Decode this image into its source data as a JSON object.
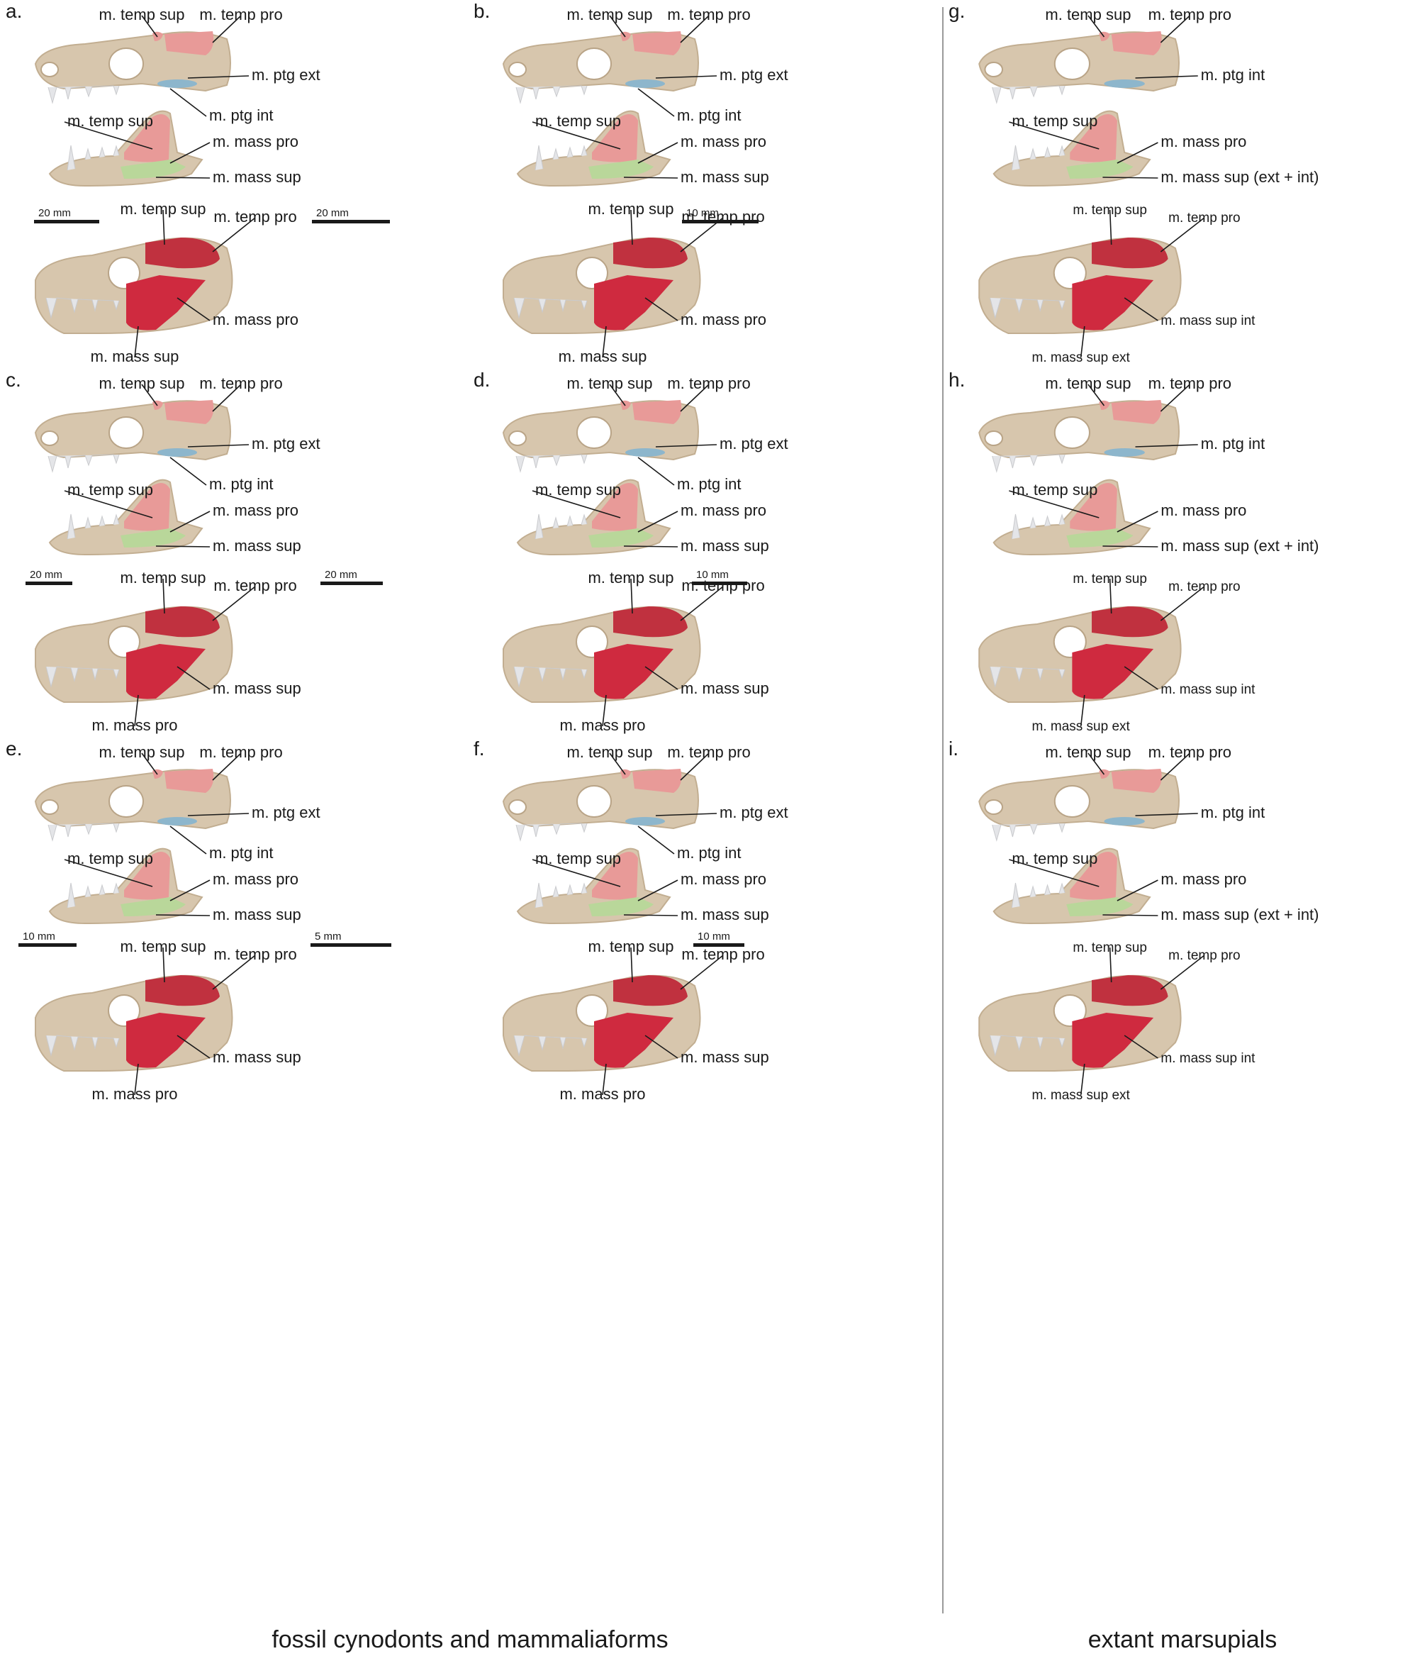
{
  "colors": {
    "temporalis_light": "#e89a98",
    "temporalis_dark": "#c0313f",
    "masseter_dark": "#cf2a3f",
    "masseter_light": "#b9d79a",
    "pterygoid": "#8db6cc",
    "bone": "#d7c6ad",
    "teeth": "#e4e5e8"
  },
  "icons": [
    "skull-icon",
    "mandible-icon",
    "muscle-region-icon"
  ],
  "panels": [
    {
      "letter": "a.",
      "scale": "20 mm",
      "top_labels": [
        "m. temp sup",
        "m. temp pro",
        "m. ptg ext",
        "m. ptg int"
      ],
      "jaw_labels": [
        "m. temp sup",
        "m. mass pro",
        "m. mass sup"
      ],
      "bottom_labels": [
        "m. temp sup",
        "m. temp pro",
        "m. mass pro",
        "m. mass sup"
      ]
    },
    {
      "letter": "b.",
      "scale": "20 mm",
      "top_labels": [
        "m. temp sup",
        "m. temp pro",
        "m. ptg ext",
        "m. ptg int"
      ],
      "jaw_labels": [
        "m. temp sup",
        "m. mass pro",
        "m. mass sup"
      ],
      "bottom_labels": [
        "m. temp sup",
        "m. temp pro",
        "m. mass pro",
        "m. mass sup"
      ]
    },
    {
      "letter": "c.",
      "scale": "20 mm",
      "top_labels": [
        "m. temp sup",
        "m. temp pro",
        "m. ptg ext",
        "m. ptg int"
      ],
      "jaw_labels": [
        "m. temp sup",
        "m. mass pro",
        "m. mass sup"
      ],
      "bottom_labels": [
        "m. temp sup",
        "m. temp pro",
        "m. mass sup",
        "m. mass pro"
      ]
    },
    {
      "letter": "d.",
      "scale": "20 mm",
      "top_labels": [
        "m. temp sup",
        "m. temp pro",
        "m. ptg ext",
        "m. ptg int"
      ],
      "jaw_labels": [
        "m. temp sup",
        "m. mass pro",
        "m. mass sup"
      ],
      "bottom_labels": [
        "m. temp sup",
        "m. temp pro",
        "m. mass sup",
        "m. mass pro"
      ]
    },
    {
      "letter": "e.",
      "scale": "10 mm",
      "top_labels": [
        "m. temp sup",
        "m. temp pro",
        "m. ptg ext",
        "m. ptg int"
      ],
      "jaw_labels": [
        "m. temp sup",
        "m. mass pro",
        "m. mass sup"
      ],
      "bottom_labels": [
        "m. temp sup",
        "m. temp pro",
        "m. mass sup",
        "m. mass pro"
      ]
    },
    {
      "letter": "f.",
      "scale": "5 mm",
      "top_labels": [
        "m. temp sup",
        "m. temp pro",
        "m. ptg ext",
        "m. ptg int"
      ],
      "jaw_labels": [
        "m. temp sup",
        "m. mass pro",
        "m. mass sup"
      ],
      "bottom_labels": [
        "m. temp sup",
        "m. temp pro",
        "m. mass sup",
        "m. mass pro"
      ]
    },
    {
      "letter": "g.",
      "scale": "10 mm",
      "top_labels": [
        "m. temp sup",
        "m. temp pro",
        "m. ptg int"
      ],
      "jaw_labels": [
        "m. temp sup",
        "m. mass pro",
        "m. mass sup (ext + int)"
      ],
      "bottom_labels": [
        "m. temp sup",
        "m. temp pro",
        "m. mass sup int",
        "m. mass sup ext"
      ]
    },
    {
      "letter": "h.",
      "scale": "10 mm",
      "top_labels": [
        "m. temp sup",
        "m. temp pro",
        "m. ptg int"
      ],
      "jaw_labels": [
        "m. temp sup",
        "m. mass pro",
        "m. mass sup (ext + int)"
      ],
      "bottom_labels": [
        "m. temp sup",
        "m. temp pro",
        "m. mass sup int",
        "m. mass sup ext"
      ]
    },
    {
      "letter": "i.",
      "scale": "10 mm",
      "top_labels": [
        "m. temp sup",
        "m. temp pro",
        "m. ptg int"
      ],
      "jaw_labels": [
        "m. temp sup",
        "m. mass pro",
        "m. mass sup (ext + int)"
      ],
      "bottom_labels": [
        "m. temp sup",
        "m. temp pro",
        "m. mass sup int",
        "m. mass sup ext"
      ]
    }
  ],
  "captions": {
    "left": "fossil cynodonts and mammaliaforms",
    "right": "extant marsupials"
  }
}
